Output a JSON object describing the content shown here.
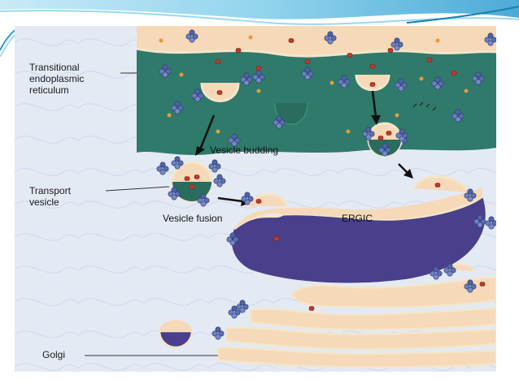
{
  "labels": {
    "ter_line1": "Transitional",
    "ter_line2": "endoplasmic",
    "ter_line3": "reticulum",
    "transport_line1": "Transport",
    "transport_line2": "vesicle",
    "golgi": "Golgi",
    "vesicle_budding": "Vesicle budding",
    "vesicle_fusion": "Vesicle fusion",
    "ergic": "ERGIC"
  },
  "colors": {
    "er_green": "#2f7a6a",
    "lumen_peach": "#f6d9b8",
    "ergic_purple": "#4a3f8a",
    "cyto_blue": "#dfe6f2",
    "coat_protein": "#5b6fb0",
    "cargo_red": "#c0392b",
    "swoosh_blue": "#3fa9d6"
  }
}
